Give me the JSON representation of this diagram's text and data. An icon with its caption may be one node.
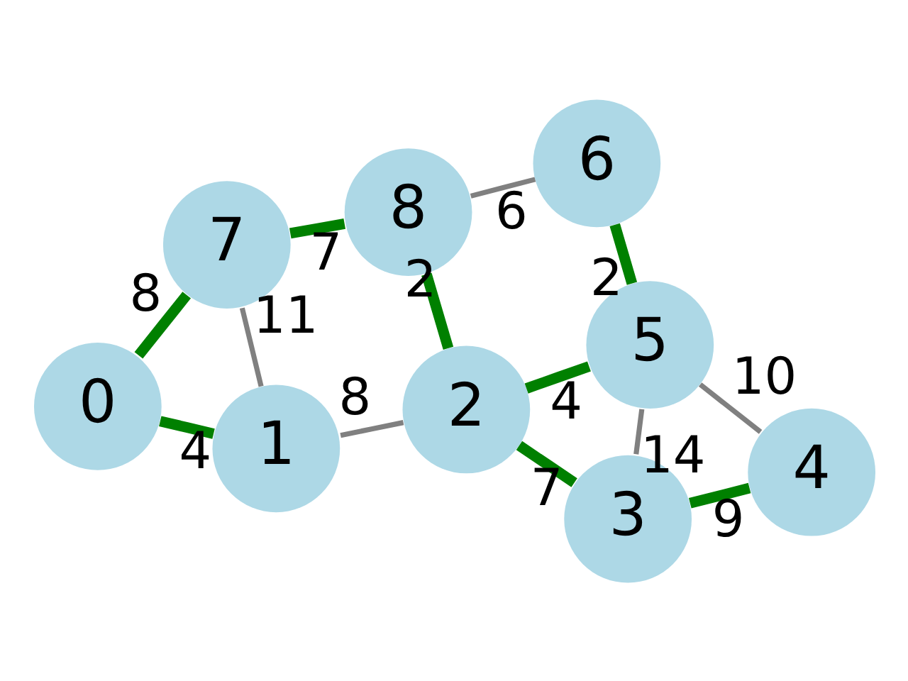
{
  "diagram": {
    "nodes": [
      {
        "text": [
          "0"
        ]
      },
      {
        "text": [
          "1"
        ]
      },
      {
        "text": [
          "2"
        ]
      },
      {
        "text": [
          "3"
        ]
      },
      {
        "text": [
          "4"
        ]
      },
      {
        "text": [
          "5"
        ]
      },
      {
        "text": [
          "6"
        ]
      },
      {
        "text": [
          "7"
        ]
      },
      {
        "text": [
          "8"
        ]
      }
    ],
    "edges": [
      {
        "from": 0,
        "to": 1,
        "arrow": "none",
        "label": "4"
      },
      {
        "from": 0,
        "to": 7,
        "arrow": "none",
        "label": "8"
      },
      {
        "from": 1,
        "to": 2,
        "arrow": "none",
        "label": "8",
        "color": "#808080"
      },
      {
        "from": 1,
        "to": 7,
        "arrow": "none",
        "label": "11",
        "color": "#808080"
      },
      {
        "from": 2,
        "to": 3,
        "arrow": "none",
        "label": "7"
      },
      {
        "from": 2,
        "to": 8,
        "arrow": "none",
        "label": "2"
      },
      {
        "from": 2,
        "to": 5,
        "arrow": "none",
        "label": "4"
      },
      {
        "from": 3,
        "to": 4,
        "arrow": "none",
        "label": "9"
      },
      {
        "from": 3,
        "to": 5,
        "arrow": "none",
        "label": "14",
        "color": "#808080"
      },
      {
        "from": 4,
        "to": 5,
        "arrow": "none",
        "label": "10",
        "color": "#808080"
      },
      {
        "from": 5,
        "to": 6,
        "arrow": "none",
        "label": "2"
      },
      {
        "from": 6,
        "to": 8,
        "arrow": "none",
        "label": "6",
        "color": "#808080"
      },
      {
        "from": 7,
        "to": 8,
        "arrow": "none",
        "label": "7"
      }
    ]
  }
}
